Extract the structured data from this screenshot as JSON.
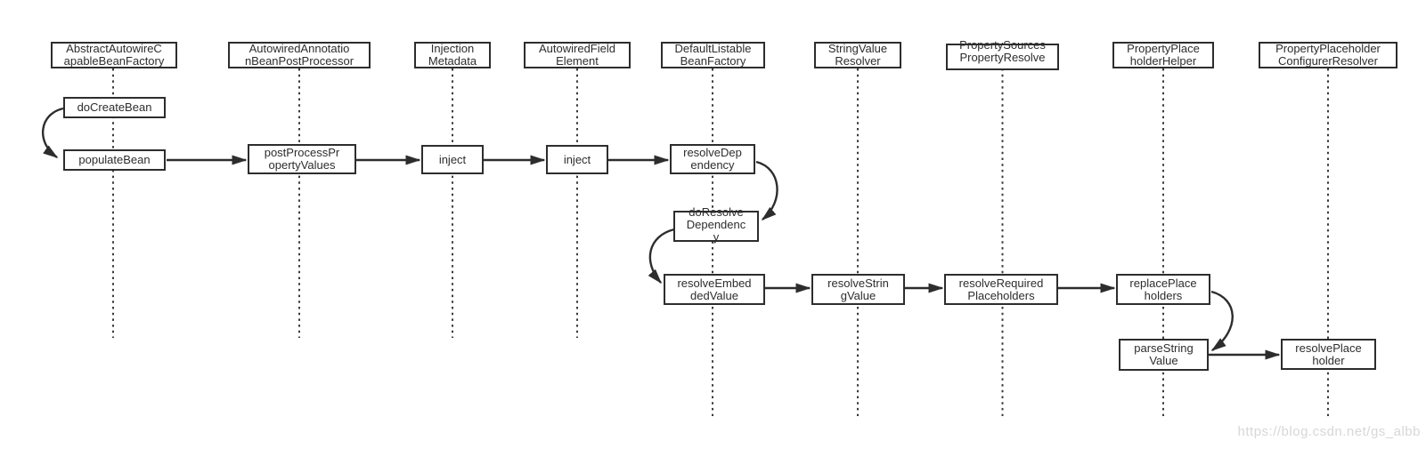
{
  "diagram_type": "uml-sequence-diagram",
  "colors": {
    "line": "#2d2d2d",
    "box_border": "#2d2d2d",
    "text": "#2d2d2d",
    "background": "#ffffff",
    "watermark": "#d7d7d7"
  },
  "actors": [
    {
      "id": "AbstractAutowireCapableBeanFactory",
      "label": "AbstractAutowireC\napableBeanFactory"
    },
    {
      "id": "AutowiredAnnotationBeanPostProcessor",
      "label": "AutowiredAnnotatio\nnBeanPostProcessor"
    },
    {
      "id": "InjectionMetadata",
      "label": "Injection\nMetadata"
    },
    {
      "id": "AutowiredFieldElement",
      "label": "AutowiredField\nElement"
    },
    {
      "id": "DefaultListableBeanFactory",
      "label": "DefaultListable\nBeanFactory"
    },
    {
      "id": "StringValueResolver",
      "label": "StringValue\nResolver"
    },
    {
      "id": "PropertySourcesPropertyResolve",
      "label": "PropertySources\nPropertyResolve"
    },
    {
      "id": "PropertyPlaceholderHelper",
      "label": "PropertyPlace\nholderHelper"
    },
    {
      "id": "PropertyPlaceholderConfigurerResolver",
      "label": "PropertyPlaceholder\nConfigurerResolver"
    }
  ],
  "calls": [
    {
      "id": "doCreateBean",
      "label": "doCreateBean"
    },
    {
      "id": "populateBean",
      "label": "populateBean"
    },
    {
      "id": "postProcessPropertyValues",
      "label": "postProcessPr\nopertyValues"
    },
    {
      "id": "inject-injection-metadata",
      "label": "inject"
    },
    {
      "id": "inject-autowired-field-element",
      "label": "inject"
    },
    {
      "id": "resolveDependency",
      "label": "resolveDep\nendency"
    },
    {
      "id": "doResolveDependency",
      "label": "doResolve\nDependenc\ny"
    },
    {
      "id": "resolveEmbeddedValue",
      "label": "resolveEmbed\ndedValue"
    },
    {
      "id": "resolveStringValue",
      "label": "resolveStrin\ngValue"
    },
    {
      "id": "resolveRequiredPlaceholders",
      "label": "resolveRequired\nPlaceholders"
    },
    {
      "id": "replacePlaceholders",
      "label": "replacePlace\nholders"
    },
    {
      "id": "parseStringValue",
      "label": "parseString\nValue"
    },
    {
      "id": "resolvePlaceholder",
      "label": "resolvePlace\nholder"
    }
  ],
  "edges": [
    {
      "from": "doCreateBean",
      "to": "populateBean",
      "shape": "curved"
    },
    {
      "from": "populateBean",
      "to": "postProcessPropertyValues",
      "shape": "straight"
    },
    {
      "from": "postProcessPropertyValues",
      "to": "inject-injection-metadata",
      "shape": "straight"
    },
    {
      "from": "inject-injection-metadata",
      "to": "inject-autowired-field-element",
      "shape": "straight"
    },
    {
      "from": "inject-autowired-field-element",
      "to": "resolveDependency",
      "shape": "straight"
    },
    {
      "from": "resolveDependency",
      "to": "doResolveDependency",
      "shape": "curved"
    },
    {
      "from": "doResolveDependency",
      "to": "resolveEmbeddedValue",
      "shape": "curved"
    },
    {
      "from": "resolveEmbeddedValue",
      "to": "resolveStringValue",
      "shape": "straight"
    },
    {
      "from": "resolveStringValue",
      "to": "resolveRequiredPlaceholders",
      "shape": "straight"
    },
    {
      "from": "resolveRequiredPlaceholders",
      "to": "replacePlaceholders",
      "shape": "straight"
    },
    {
      "from": "replacePlaceholders",
      "to": "parseStringValue",
      "shape": "curved"
    },
    {
      "from": "parseStringValue",
      "to": "resolvePlaceholder",
      "shape": "straight"
    }
  ],
  "watermark": "https://blog.csdn.net/gs_albb"
}
